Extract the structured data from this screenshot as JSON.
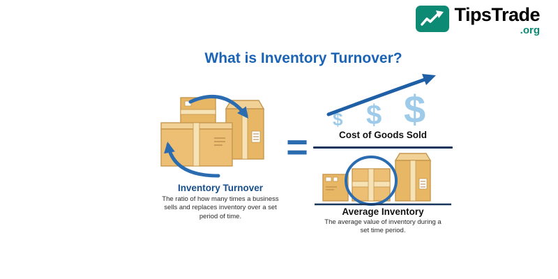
{
  "logo": {
    "brand": "TipsTrade",
    "suffix": ".org"
  },
  "title": "What is Inventory Turnover?",
  "formula": {
    "equals": "=",
    "left": {
      "label": "Inventory Turnover",
      "description": "The ratio of how many times a business sells and replaces inventory over a set period of time."
    },
    "numerator": {
      "dollar_signs": [
        "$",
        "$",
        "$"
      ],
      "label": "Cost of Goods Sold"
    },
    "denominator": {
      "label": "Average Inventory",
      "description": "The average value of inventory during a set time period."
    }
  },
  "icons": {
    "logo_icon": "line-chart-up-icon",
    "left_illustration": "stacked-boxes-with-rotation-arrows",
    "numerator_illustration": "rising-dollar-signs-with-up-arrow",
    "denominator_illustration": "box-row-with-circled-middle-box"
  },
  "colors": {
    "title_blue": "#1a63b5",
    "arrow_blue": "#2b6cb0",
    "navy_line": "#16345c",
    "logo_teal": "#0d8a74",
    "box_tan": "#e8b766",
    "box_lid": "#f2d196",
    "dollar_light_blue": "#9ecbe9",
    "text_dark": "#2a2a2a"
  }
}
